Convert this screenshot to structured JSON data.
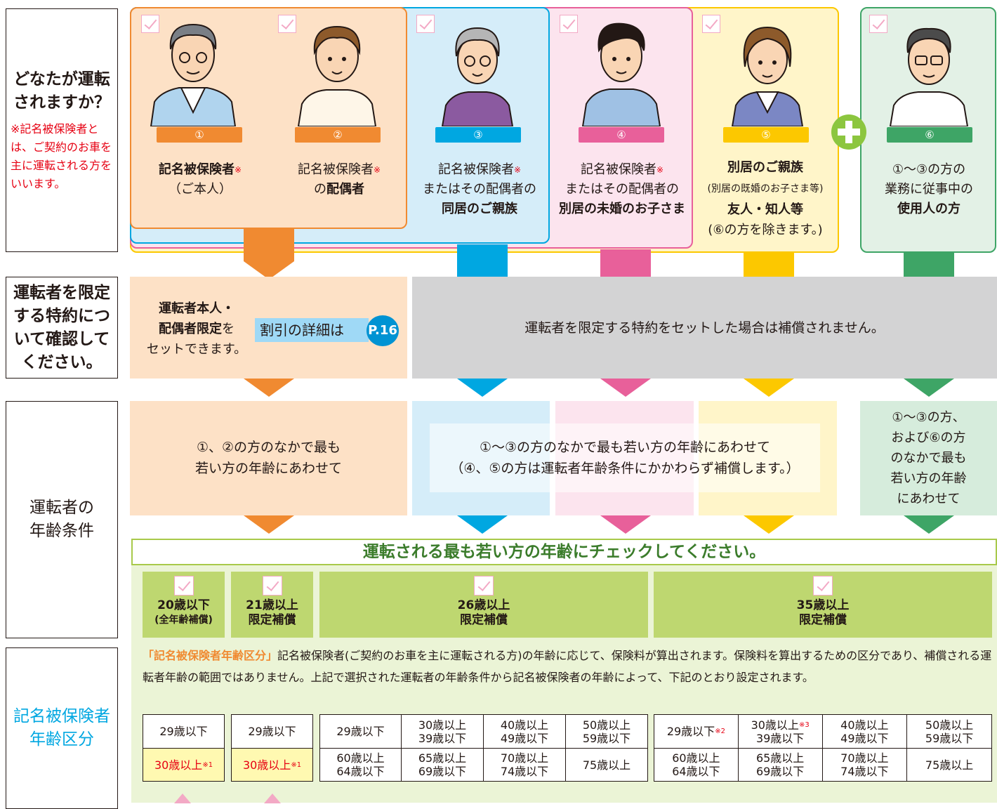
{
  "left_labels": {
    "q1_title": "どなたが運転されますか？",
    "q1_note": "※記名被保険者とは、ご契約のお車を主に運転される方をいいます。",
    "q2_title": "運転者を限定する特約について確認してください。",
    "q3_title": "運転者の年齢条件",
    "q4_title": "記名被保険者年齢区分"
  },
  "persons": [
    {
      "num": "①",
      "line1": "記名被保険者",
      "line2": "（ご本人）"
    },
    {
      "num": "②",
      "line1": "記名被保険者",
      "line2a": "の",
      "line2b": "配偶者"
    },
    {
      "num": "③",
      "line1": "記名被保険者",
      "line2": "またはその配偶者の",
      "line3": "同居のご親族"
    },
    {
      "num": "④",
      "line1": "記名被保険者",
      "line2": "またはその配偶者の",
      "line3": "別居の未婚のお子さま"
    },
    {
      "num": "⑤",
      "line1": "別居のご親族",
      "line2": "(別居の既婚のお子さま等)",
      "line3": "友人・知人等",
      "line4": "(⑥の方を除きます。)"
    },
    {
      "num": "⑥",
      "line1": "①～③の方の",
      "line2": "業務に従事中の",
      "line3": "使用人の方"
    }
  ],
  "star_mark": "※",
  "plus_icon": "plus-circle-icon",
  "limit": {
    "left_line1": "運転者本人・",
    "left_line2a": "配偶者限定",
    "left_line2b": "を",
    "left_line3": "セットできます。",
    "badge_label": "割引の詳細は",
    "badge_page": "P.16",
    "right_text": "運転者を限定する特約をセットした場合は補償されません。"
  },
  "age_condition": {
    "a_line1": "①、②の方のなかで最も",
    "a_line2": "若い方の年齢にあわせて",
    "b_line1": "①～③の方のなかで最も若い方の年齢にあわせて",
    "b_line2": "（④、⑤の方は運転者年齢条件にかかわらず補償します。）",
    "c_line1": "①～③の方、",
    "c_line2": "および⑥の方",
    "c_line3": "のなかで最も",
    "c_line4": "若い方の年齢",
    "c_line5": "にあわせて",
    "check_title": "運転される最も若い方の年齢にチェックしてください。"
  },
  "options": [
    {
      "line1": "20歳以下",
      "line2": "(全年齢補償)"
    },
    {
      "line1": "21歳以上",
      "line2": "限定補償"
    },
    {
      "line1": "26歳以上",
      "line2": "限定補償"
    },
    {
      "line1": "35歳以上",
      "line2": "限定補償"
    }
  ],
  "age_class": {
    "heading": "「記名被保険者年齢区分」",
    "description": "記名被保険者(ご契約のお車を主に運転される方)の年齢に応じて、保険料が算出されます。保険料を算出するための区分であり、補償される運転者年齢の範囲ではありません。上記で選択された運転者の年齢条件から記名被保険者の年齢によって、下記のとおり設定されます。",
    "t1": [
      "29歳以下",
      "30歳以上"
    ],
    "t2": [
      "29歳以下",
      "30歳以上"
    ],
    "note1": "※1",
    "note2": "※2",
    "note3": "※3",
    "t3": [
      "29歳以下",
      "30歳以上",
      "39歳以下",
      "40歳以上",
      "49歳以下",
      "50歳以上",
      "59歳以下",
      "60歳以上",
      "64歳以下",
      "65歳以上",
      "69歳以下",
      "70歳以上",
      "74歳以下",
      "75歳以上"
    ],
    "t4": [
      "29歳以下",
      "30歳以上",
      "39歳以下",
      "40歳以上",
      "49歳以下",
      "50歳以上",
      "59歳以下",
      "60歳以上",
      "64歳以下",
      "65歳以上",
      "69歳以下",
      "70歳以上",
      "74歳以下",
      "75歳以上"
    ]
  },
  "colors": {
    "orange": "#f08a31",
    "blue": "#00a7e1",
    "pink": "#e8609a",
    "yellow": "#fcc800",
    "green": "#3ea566",
    "lime": "#bed770"
  }
}
